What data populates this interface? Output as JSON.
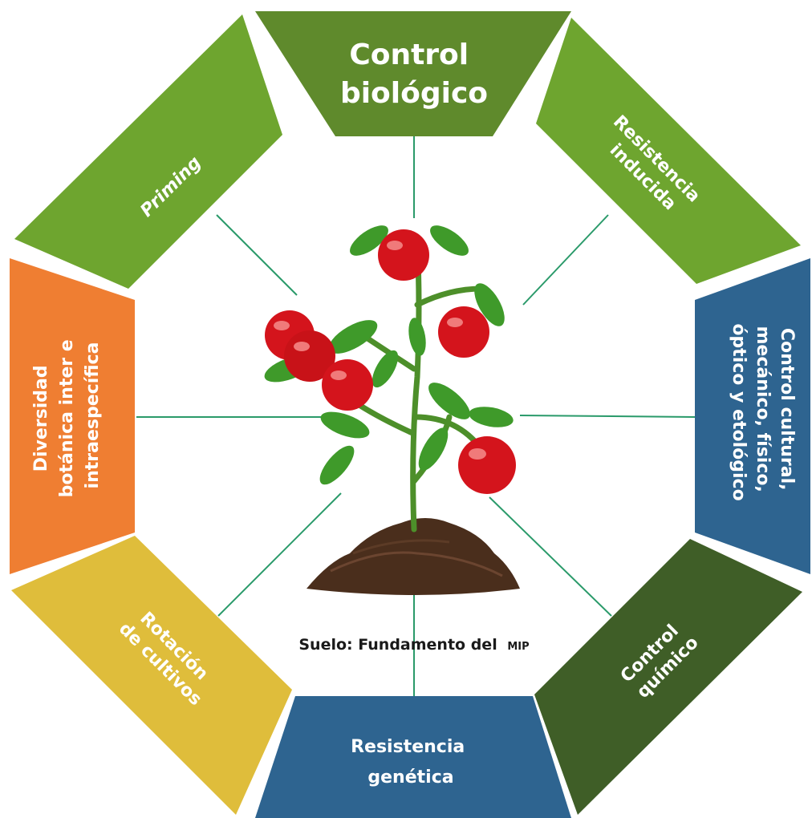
{
  "segments": {
    "top": {
      "line1": "Control",
      "line2": "biológico",
      "color": "#5f8a2c"
    },
    "top_right": {
      "line1": "Resistencia",
      "line2": "inducida",
      "color": "#6ea52f"
    },
    "right": {
      "line1": "Control cultural,",
      "line2": "mecánico, físico,",
      "line3": "óptico y etológico",
      "color": "#2e6490"
    },
    "bottom_right": {
      "line1": "Control",
      "line2": "químico",
      "color": "#3f5e27"
    },
    "bottom": {
      "line1": "Resistencia",
      "line2": "genética",
      "color": "#2e6490"
    },
    "bottom_left": {
      "line1": "Rotación",
      "line2": "de cultivos",
      "color": "#dfbd3b"
    },
    "left": {
      "line1": "Diversidad",
      "line2": "botánica inter e",
      "line3": "intraespecífica",
      "color": "#ef7e32"
    },
    "top_left": {
      "line1": "Priming",
      "color": "#6ea52f"
    }
  },
  "center": {
    "caption": "Suelo: Fundamento del",
    "caption_small": "MIP"
  },
  "icons": {
    "plant": "tomato-plant-illustration",
    "soil": "soil-mound-illustration"
  },
  "colors": {
    "connector_line": "#2a9a6a",
    "tomato": "#d4141c",
    "leaf": "#3f9a2a",
    "stem": "#4d8f2a",
    "soil": "#4a2e1c"
  }
}
